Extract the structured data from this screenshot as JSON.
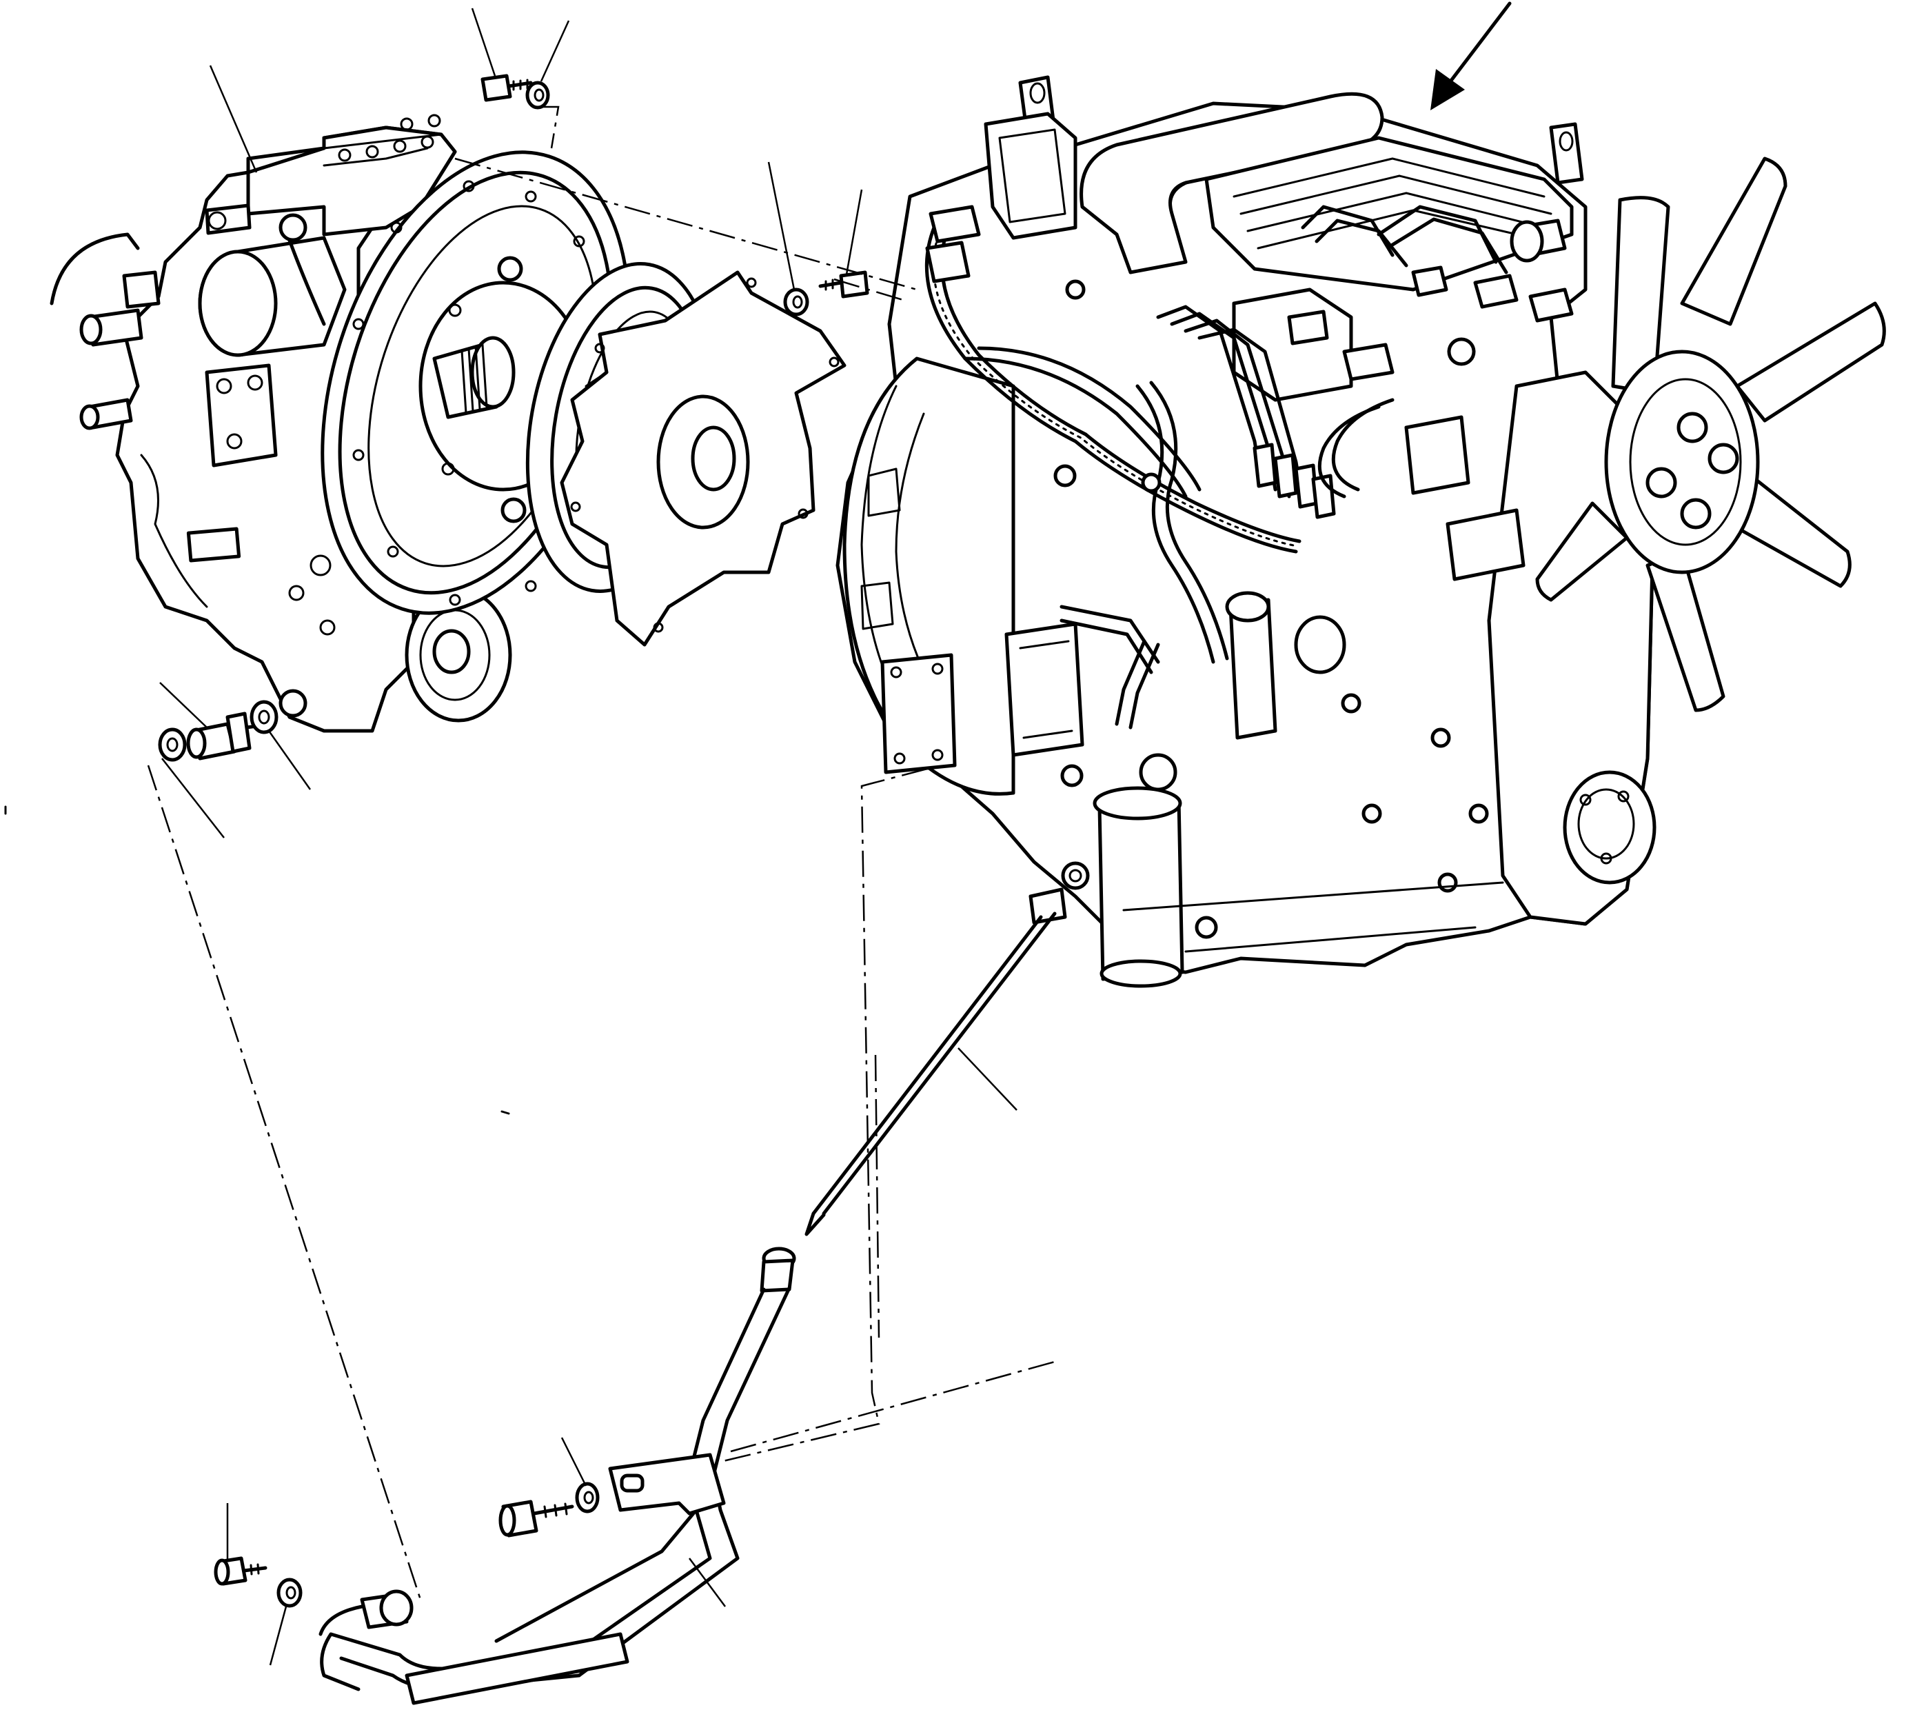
{
  "diagram": {
    "kind": "exploded-parts-view",
    "colors": {
      "ink": "#000000",
      "paper": "#ffffff"
    },
    "parts": [
      {
        "id": "transmission",
        "icon": "transmission-housing-icon"
      },
      {
        "id": "flywheel-ring",
        "icon": "flywheel-ring-icon"
      },
      {
        "id": "drive-plate",
        "icon": "drive-plate-icon"
      },
      {
        "id": "engine",
        "icon": "engine-block-icon"
      },
      {
        "id": "fan",
        "icon": "cooling-fan-icon"
      },
      {
        "id": "dipstick",
        "icon": "dipstick-icon"
      },
      {
        "id": "dipstick-tube",
        "icon": "dipstick-tube-icon"
      },
      {
        "id": "fitting-washer-left",
        "icon": "washer-icon"
      },
      {
        "id": "fitting",
        "icon": "adapter-fitting-icon"
      },
      {
        "id": "fitting-washer-right",
        "icon": "washer-icon"
      },
      {
        "id": "bolt-top",
        "icon": "bolt-icon"
      },
      {
        "id": "washer-top",
        "icon": "washer-icon"
      },
      {
        "id": "bolt-mid",
        "icon": "bolt-icon"
      },
      {
        "id": "washer-mid",
        "icon": "washer-icon"
      },
      {
        "id": "bolt-bracket",
        "icon": "bolt-icon"
      },
      {
        "id": "washer-bracket",
        "icon": "washer-icon"
      },
      {
        "id": "bolt-lower",
        "icon": "bolt-icon"
      },
      {
        "id": "washer-lower",
        "icon": "washer-icon"
      }
    ],
    "view_arrow_icon": "view-direction-arrow-icon"
  }
}
